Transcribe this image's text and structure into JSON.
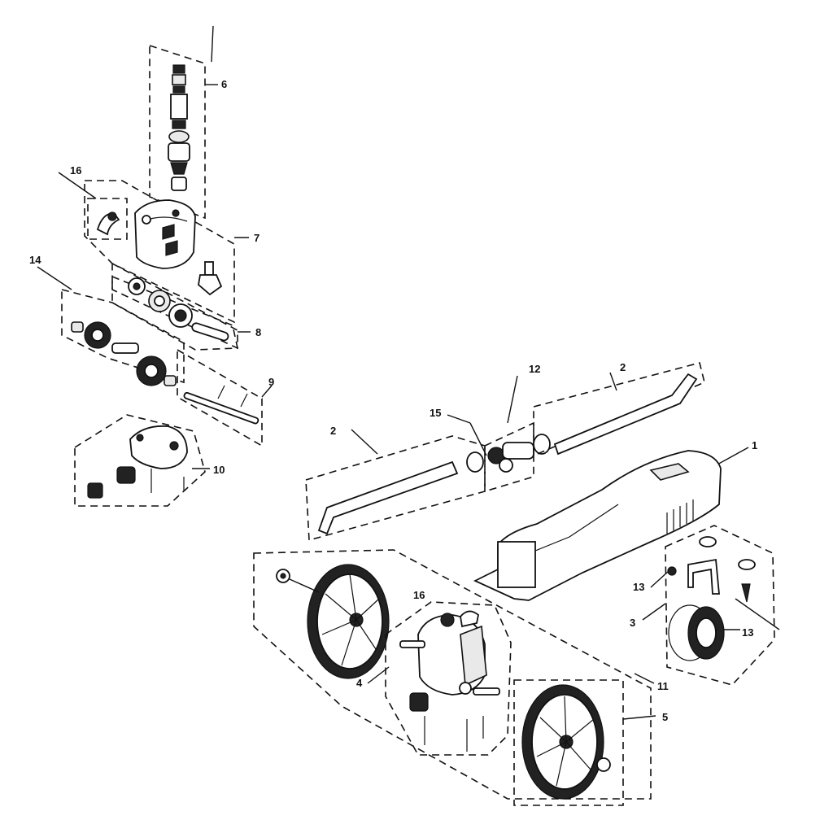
{
  "callouts": {
    "c1": "1",
    "c2a": "2",
    "c2b": "2",
    "c3": "3",
    "c4": "4",
    "c5": "5",
    "c6": "6",
    "c7": "7",
    "c8": "8",
    "c9": "9",
    "c10": "10",
    "c11": "11",
    "c12": "12",
    "c13a": "13",
    "c13b": "13",
    "c14": "14",
    "c15": "15",
    "c16a": "16",
    "c16b": "16"
  },
  "colors": {
    "ink": "#111111",
    "paper": "#ffffff",
    "shade": "#e9e9e9"
  }
}
